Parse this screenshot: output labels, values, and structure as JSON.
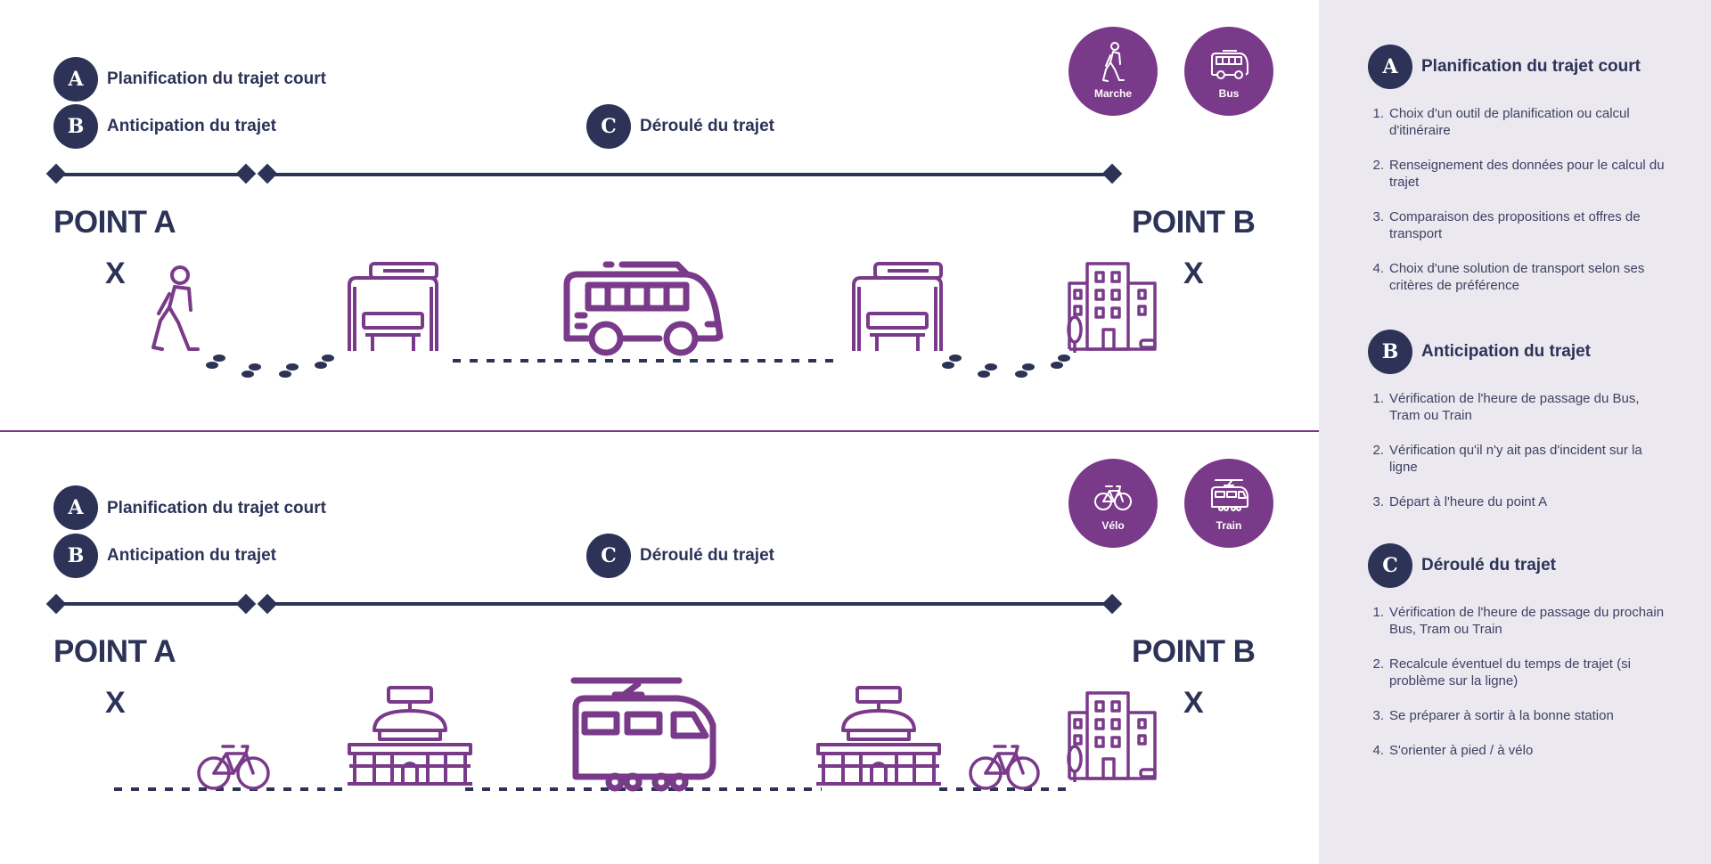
{
  "steps": {
    "a": {
      "letter": "A",
      "label": "Planification du trajet court"
    },
    "b": {
      "letter": "B",
      "label": "Anticipation du trajet"
    },
    "c": {
      "letter": "C",
      "label": "Déroulé du trajet"
    }
  },
  "points": {
    "start": "POINT A",
    "end": "POINT B",
    "marker": "X"
  },
  "modes": {
    "top": [
      {
        "label": "Marche",
        "icon": "walking-person-icon"
      },
      {
        "label": "Bus",
        "icon": "bus-icon"
      }
    ],
    "bottom": [
      {
        "label": "Vélo",
        "icon": "bicycle-icon"
      },
      {
        "label": "Train",
        "icon": "tram-icon"
      }
    ]
  },
  "panel": {
    "sections": [
      {
        "letter": "A",
        "title": "Planification du trajet court",
        "items": [
          {
            "n": "1.",
            "text": "Choix d'un outil de planification ou calcul d'itinéraire"
          },
          {
            "n": "2.",
            "text": "Renseignement des données pour le calcul du trajet"
          },
          {
            "n": "3.",
            "text": "Comparaison des propositions et offres de transport"
          },
          {
            "n": "4.",
            "text": "Choix d'une solution de transport selon ses critères de préférence"
          }
        ]
      },
      {
        "letter": "B",
        "title": "Anticipation du trajet",
        "items": [
          {
            "n": "1.",
            "text": "Vérification de l'heure de passage du Bus, Tram ou Train"
          },
          {
            "n": "2.",
            "text": "Vérification qu'il n'y ait pas d'incident sur la ligne"
          },
          {
            "n": "3.",
            "text": "Départ à l'heure du point A"
          }
        ]
      },
      {
        "letter": "C",
        "title": "Déroulé du trajet",
        "items": [
          {
            "n": "1.",
            "text": "Vérification de l'heure de passage du prochain Bus, Tram ou Train"
          },
          {
            "n": "2.",
            "text": "Recalcule éventuel du temps de trajet (si problème sur la ligne)"
          },
          {
            "n": "3.",
            "text": "Se préparer à sortir à la bonne station"
          },
          {
            "n": "4.",
            "text": "S'orienter à pied / à vélo"
          }
        ]
      }
    ]
  },
  "colors": {
    "navy": "#2c3357",
    "purple": "#7a3a8a",
    "panel_bg": "#ebe8f0"
  }
}
